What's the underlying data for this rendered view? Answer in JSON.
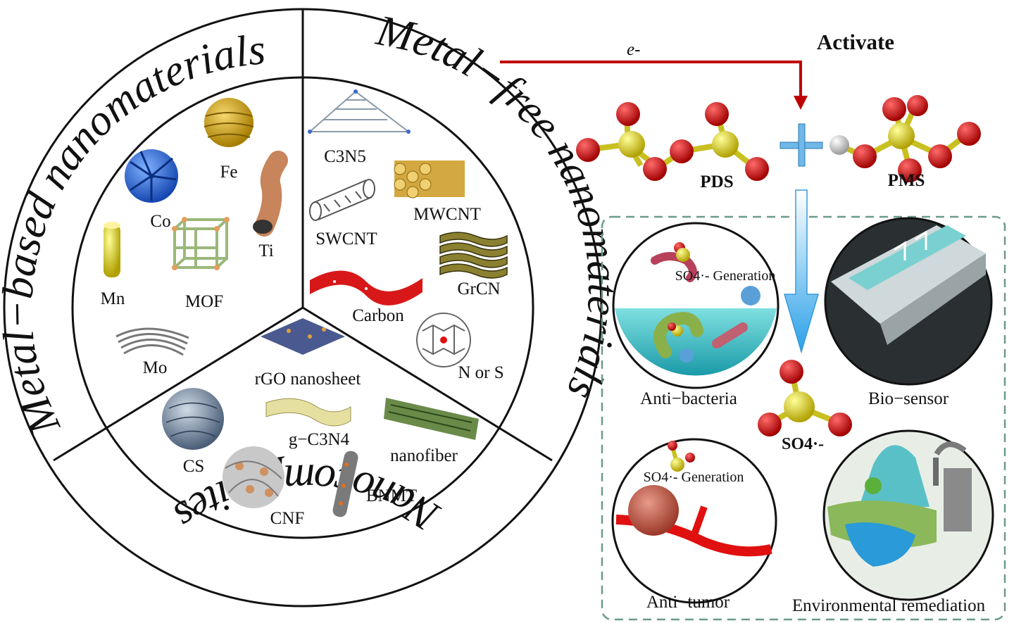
{
  "wheel": {
    "sector_titles": {
      "metal_based": "Metal−based nanomaterials",
      "metal_free": "Metal−free nanomaterials",
      "nanocomposites": "Nanocomposites"
    },
    "metal_based_items": [
      "Fe",
      "Co",
      "Ti",
      "Mn",
      "MOF",
      "Mo"
    ],
    "metal_free_items": {
      "c3n5": "C3N5",
      "mwcnt": "MWCNT",
      "swcnt": "SWCNT",
      "grcn": "GrCN",
      "carbon": "Carbon",
      "n_or_s": "N or S"
    },
    "nanocomposite_items": {
      "rgo": "rGO nanosheet",
      "gc3n4": "g−C3N4",
      "nanofiber": "nanofiber",
      "cs": "CS",
      "cnf": "CNF",
      "bnmt": "BNMT"
    }
  },
  "activation": {
    "electron_label": "e-",
    "activate_label": "Activate",
    "pds_label": "PDS",
    "pms_label": "PMS",
    "plus_symbol": "+"
  },
  "applications": {
    "antibacteria": "Anti−bacteria",
    "biosensor": "Bio−sensor",
    "antitumor": "Anti−tumor",
    "environmental": "Environmental remediation",
    "sulfate_radical": "SO4·-",
    "generation_label": "SO4·- Generation"
  },
  "colors": {
    "arrow_red": "#c00000",
    "molecule_red": "#e01010",
    "molecule_yellow": "#e8e020",
    "plus_blue": "#6fb8e8",
    "dashed_border": "#6a9a8a",
    "water": "#3cc0c8"
  }
}
